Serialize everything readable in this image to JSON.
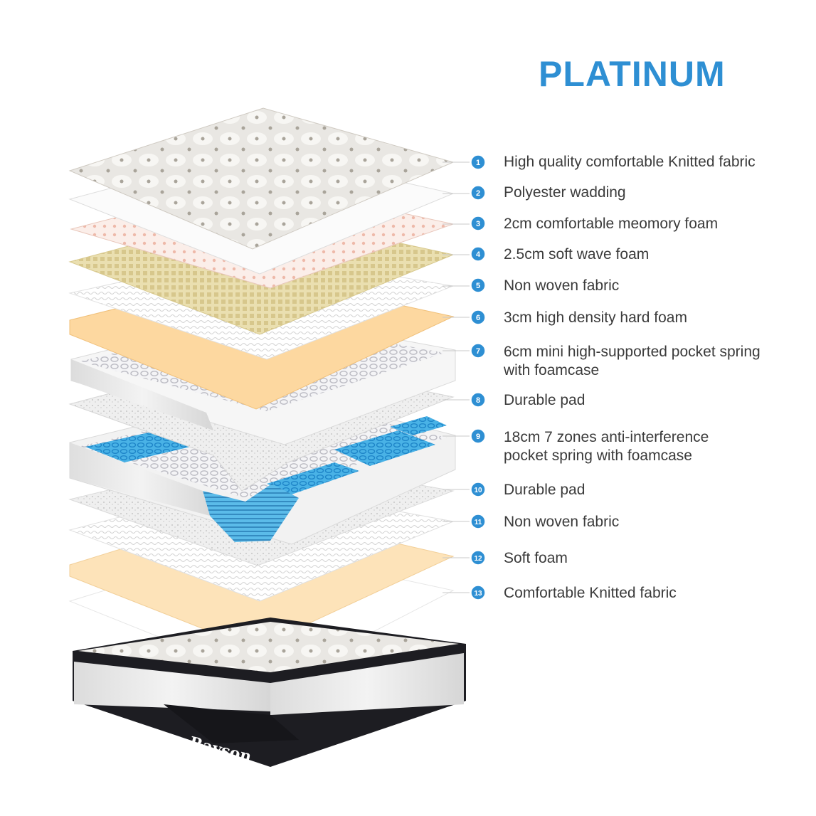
{
  "title": "PLATINUM",
  "accent_color": "#2e8fd3",
  "brand": "Rayson",
  "layers": [
    {
      "num": "1",
      "lines": [
        "High quality comfortable Knitted fabric"
      ]
    },
    {
      "num": "2",
      "lines": [
        "Polyester wadding"
      ]
    },
    {
      "num": "3",
      "lines": [
        "2cm comfortable meomory foam"
      ]
    },
    {
      "num": "4",
      "lines": [
        "2.5cm soft wave foam"
      ]
    },
    {
      "num": "5",
      "lines": [
        "Non woven fabric"
      ]
    },
    {
      "num": "6",
      "lines": [
        "3cm high density hard foam"
      ]
    },
    {
      "num": "7",
      "lines": [
        "6cm mini high-supported pocket spring",
        "with foamcase"
      ]
    },
    {
      "num": "8",
      "lines": [
        "Durable pad"
      ]
    },
    {
      "num": "9",
      "lines": [
        "18cm 7 zones anti-interference",
        "pocket spring with foamcase"
      ]
    },
    {
      "num": "10",
      "lines": [
        "Durable pad"
      ]
    },
    {
      "num": "11",
      "lines": [
        "Non woven fabric"
      ]
    },
    {
      "num": "12",
      "lines": [
        "Soft foam"
      ]
    },
    {
      "num": "13",
      "lines": [
        "Comfortable Knitted fabric"
      ]
    }
  ]
}
